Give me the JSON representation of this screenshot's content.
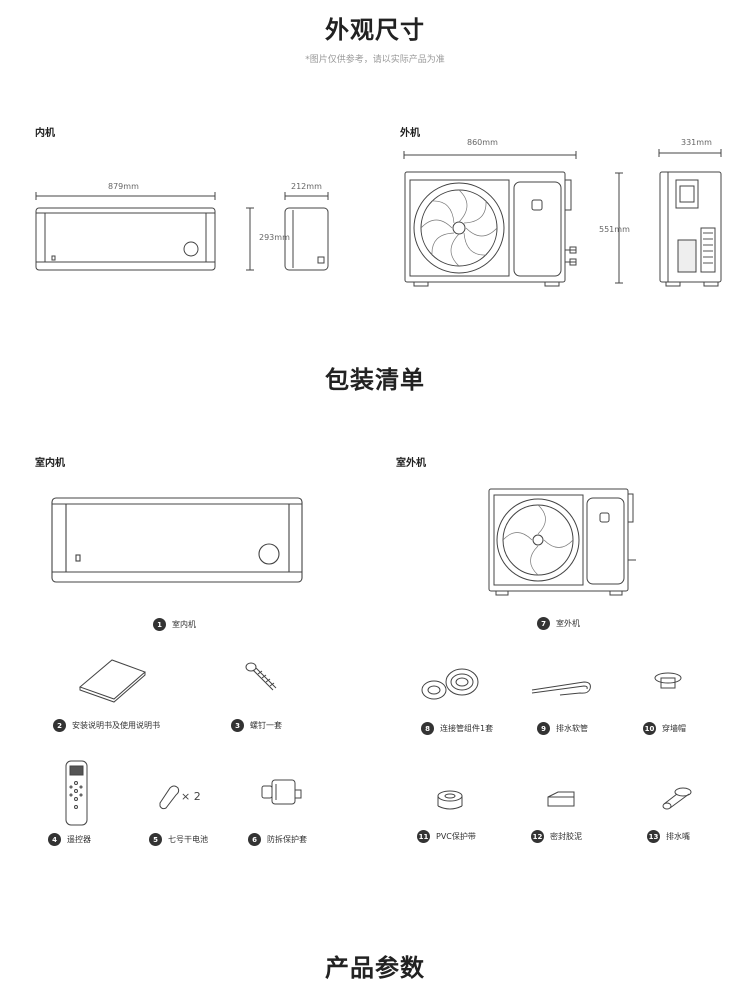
{
  "dimensions": {
    "title": "外观尺寸",
    "note": "*图片仅供参考，请以实际产品为准",
    "indoor_label": "内机",
    "outdoor_label": "外机",
    "indoor_width": "879mm",
    "indoor_depth": "212mm",
    "indoor_height": "293mm",
    "outdoor_width": "860mm",
    "outdoor_depth": "331mm",
    "outdoor_height": "551mm"
  },
  "packing": {
    "title": "包装清单",
    "indoor_label": "室内机",
    "outdoor_label": "室外机",
    "items": [
      {
        "num": "1",
        "label": "室内机",
        "icon": "indoor-unit-icon"
      },
      {
        "num": "2",
        "label": "安装说明书及使用说明书",
        "icon": "manual-icon"
      },
      {
        "num": "3",
        "label": "螺钉一套",
        "icon": "screw-icon"
      },
      {
        "num": "4",
        "label": "遥控器",
        "icon": "remote-icon"
      },
      {
        "num": "5",
        "label": "七号干电池",
        "icon": "battery-icon"
      },
      {
        "num": "6",
        "label": "防拆保护套",
        "icon": "protective-sleeve-icon"
      },
      {
        "num": "7",
        "label": "室外机",
        "icon": "outdoor-unit-icon"
      },
      {
        "num": "8",
        "label": "连接管组件1套",
        "icon": "pipe-coil-icon"
      },
      {
        "num": "9",
        "label": "排水软管",
        "icon": "drain-hose-icon"
      },
      {
        "num": "10",
        "label": "穿墙帽",
        "icon": "wall-cap-icon"
      },
      {
        "num": "11",
        "label": "PVC保护带",
        "icon": "tape-icon"
      },
      {
        "num": "12",
        "label": "密封胶泥",
        "icon": "sealant-icon"
      },
      {
        "num": "13",
        "label": "排水嘴",
        "icon": "drain-nozzle-icon"
      }
    ],
    "battery_count": "× 2"
  },
  "params": {
    "title": "产品参数"
  }
}
